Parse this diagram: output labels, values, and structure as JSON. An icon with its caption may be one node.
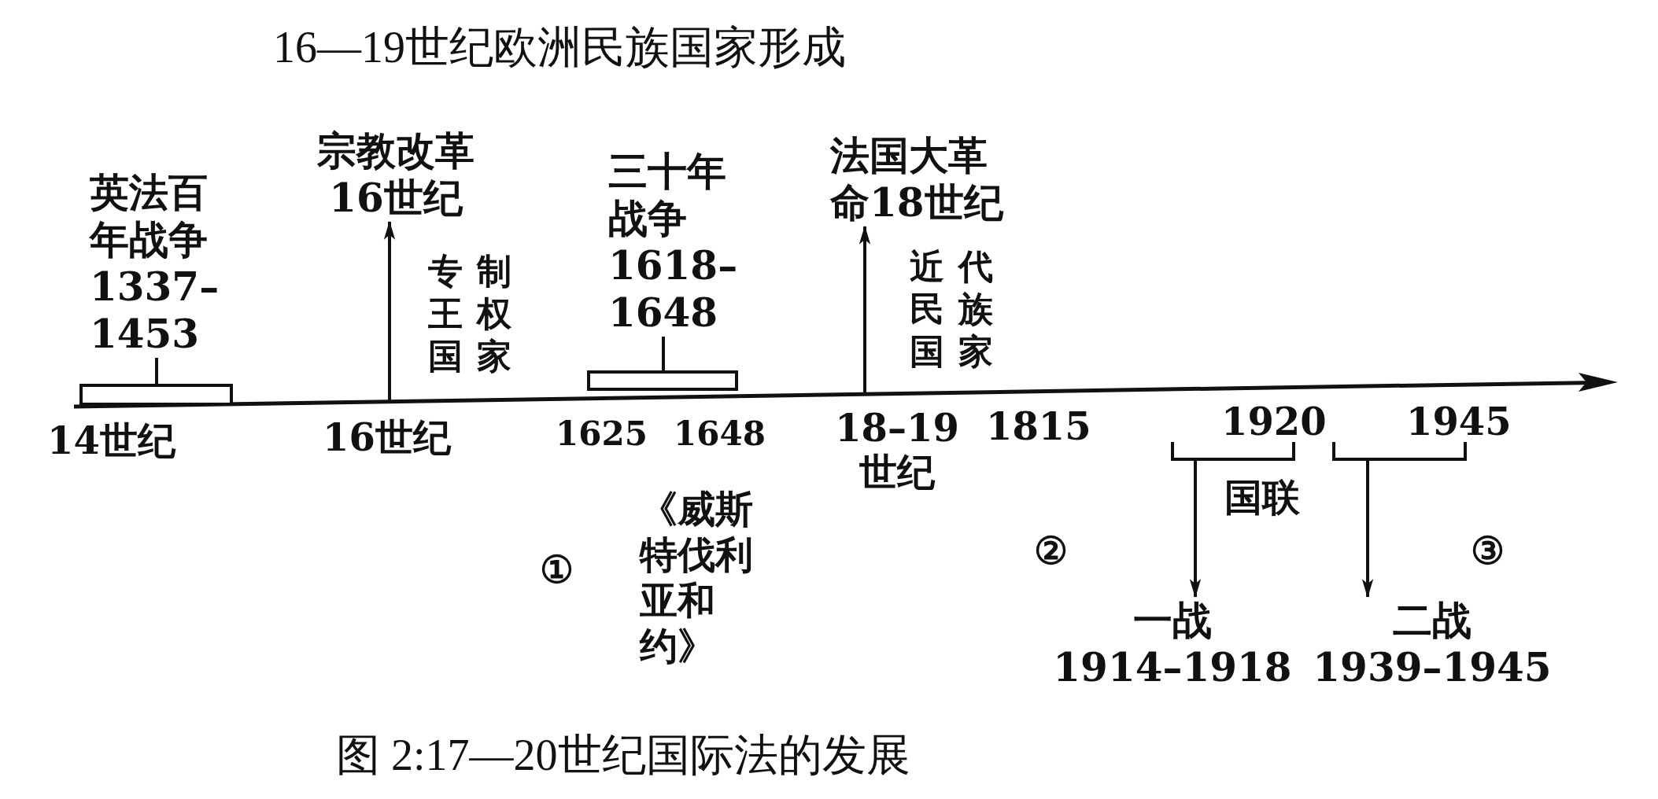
{
  "diagram": {
    "title": "16—19世纪欧洲民族国家形成",
    "caption": "图 2:17—20世纪国际法的发展",
    "nodes": [
      {
        "text": [
          "英法百年战争 1337–1453"
        ]
      },
      {
        "text": [],
        "shape": "bar"
      },
      {
        "text": [
          "宗教改革 16世纪"
        ]
      },
      {
        "text": [
          "三十年战争 1618–1648"
        ]
      },
      {
        "text": [],
        "shape": "bar"
      },
      {
        "text": [
          "法国大革命18世纪"
        ]
      },
      {
        "text": [],
        "shape": "bracket"
      },
      {
        "text": [
          "一战 1914–1918"
        ]
      },
      {
        "text": [],
        "shape": "bracket"
      },
      {
        "text": [
          "二战 1939–1945"
        ]
      }
    ],
    "edges": [
      {
        "from": 0,
        "to": 1,
        "arrow": "none"
      },
      {
        "from": null,
        "to": 2,
        "arrow": "to"
      },
      {
        "from": 3,
        "to": 4,
        "arrow": "none"
      },
      {
        "from": null,
        "to": 5,
        "arrow": "to"
      },
      {
        "from": 6,
        "to": 7,
        "arrow": "to"
      },
      {
        "from": 8,
        "to": 9,
        "arrow": "to"
      }
    ],
    "labels": [
      "14世纪",
      "16世纪",
      "专制王权国家",
      "1625",
      "1648",
      "近代民族国家",
      "18–19世纪",
      "1815",
      "1920",
      "1945",
      "国联",
      "《威斯特伐利亚和约》",
      "①",
      "②",
      "③"
    ]
  }
}
